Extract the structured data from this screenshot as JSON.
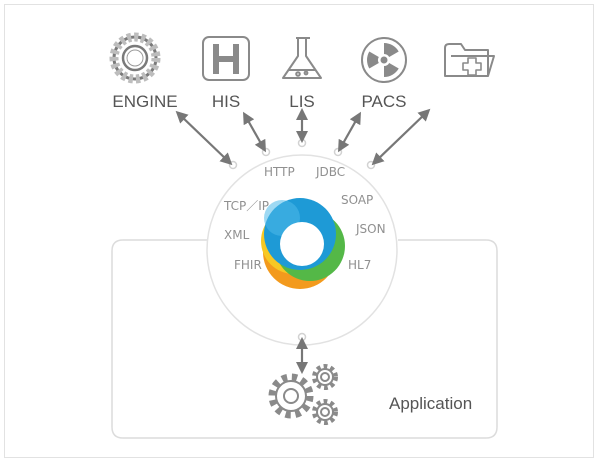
{
  "systems": [
    {
      "label": "ENGINE",
      "icon": "ring-engine-icon"
    },
    {
      "label": "HIS",
      "icon": "hospital-h-icon"
    },
    {
      "label": "LIS",
      "icon": "lab-flask-icon"
    },
    {
      "label": "PACS",
      "icon": "radiation-icon"
    },
    {
      "label": "",
      "icon": "medical-folder-icon"
    }
  ],
  "protocols": {
    "http": "HTTP",
    "jdbc": "JDBC",
    "tcpip": "TCP／IP",
    "soap": "SOAP",
    "xml": "XML",
    "json": "JSON",
    "fhir": "FHIR",
    "hl7": "HL7"
  },
  "application": {
    "label": "Application",
    "icon": "gears-icon"
  },
  "colors": {
    "logo_blue": "#1e9ad6",
    "logo_green": "#54b847",
    "logo_orange": "#f39a1d",
    "logo_yellow": "#f7c823",
    "arrow": "#777777",
    "outline": "#d8d8d8",
    "icon": "#8a8a8a"
  }
}
